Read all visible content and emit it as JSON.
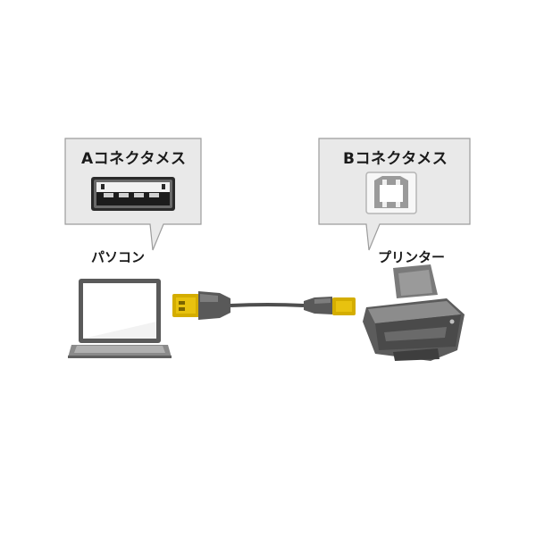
{
  "callouts": {
    "a_connector": {
      "title": "Aコネクタメス"
    },
    "b_connector": {
      "title": "Bコネクタメス"
    }
  },
  "devices": {
    "computer": {
      "label": "パソコン"
    },
    "printer": {
      "label": "プリンター"
    }
  },
  "colors": {
    "bubble_fill": "#e8e8e8",
    "bubble_stroke": "#9a9a9a",
    "plug_gold": "#d9b000",
    "cable": "#555555",
    "device_gray": "#6e6e6e"
  }
}
